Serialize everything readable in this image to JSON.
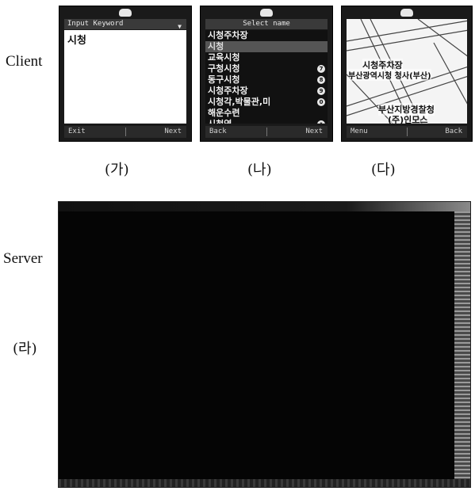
{
  "labels": {
    "client": "Client",
    "server": "Server"
  },
  "captions": {
    "ga": "(가)",
    "na": "(나)",
    "da": "(다)",
    "ra": "(라)"
  },
  "phone_ga": {
    "title": "Input Keyword",
    "keyword": "시청",
    "soft_left": "Exit",
    "soft_right": "Next"
  },
  "phone_na": {
    "title": "Select name",
    "items": [
      {
        "label": "시청주차장",
        "badge": ""
      },
      {
        "label": "시청",
        "badge": "",
        "selected": true
      },
      {
        "label": "교육시청",
        "badge": ""
      },
      {
        "label": "구청시청",
        "badge": "7"
      },
      {
        "label": "동구시청",
        "badge": "8"
      },
      {
        "label": "시청주차장",
        "badge": "9"
      },
      {
        "label": "시청각,박물관,미",
        "badge": "0"
      },
      {
        "label": "해운수련",
        "badge": ""
      },
      {
        "label": "시청역",
        "badge": "*"
      }
    ],
    "soft_left": "Back",
    "soft_right": "Next"
  },
  "phone_da": {
    "map_labels": [
      "시청주차장",
      "부산광역시청 청사(부산)",
      "부산지방경찰청",
      "(주)인모스"
    ],
    "soft_left": "Menu",
    "soft_right": "Back"
  },
  "server": {}
}
